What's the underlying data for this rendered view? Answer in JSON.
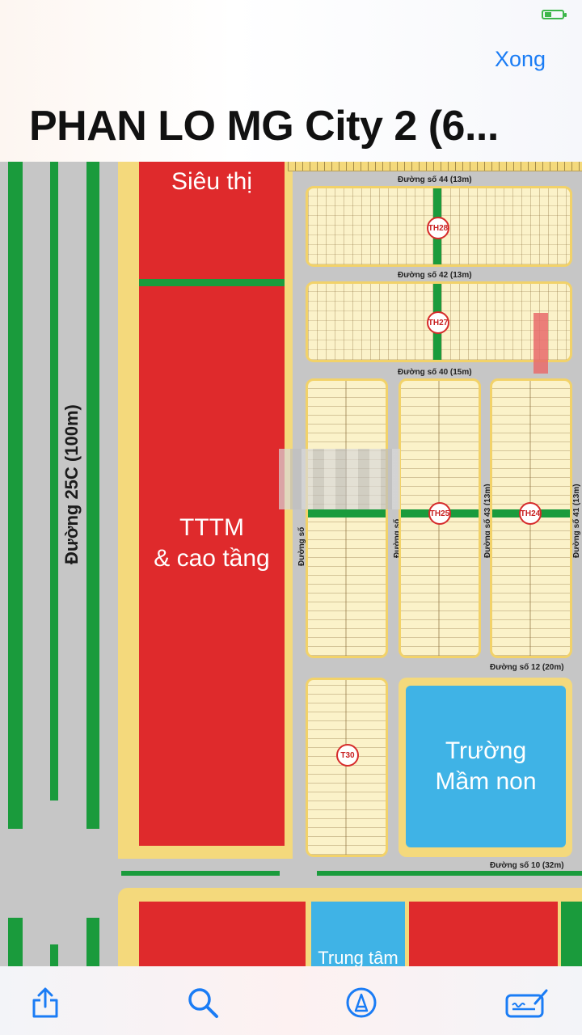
{
  "status_bar": {
    "battery_icon": "battery-icon"
  },
  "header": {
    "done_label": "Xong",
    "title": "PHAN LO MG City 2 (6..."
  },
  "map": {
    "zones": {
      "supermarket": "Siêu thị",
      "mall": "TTTM\n& cao tầng",
      "kindergarten": "Trường\nMầm non",
      "center": "Trung tâm"
    },
    "roads": {
      "main": "Đường 25C (100m)",
      "r44": "Đường số 44 (13m)",
      "r42": "Đường số 42 (13m)",
      "r40": "Đường số 40 (15m)",
      "r12": "Đường số 12 (20m)",
      "r10": "Đường số 10 (32m)",
      "r43": "Đường số 43 (13m)",
      "r41": "Đường số 41 (13m)",
      "r_left": "Đường số"
    },
    "blocks": [
      "TH28",
      "TH27",
      "TH25",
      "TH24",
      "T30"
    ]
  },
  "toolbar": {
    "share_icon": "share-icon",
    "search_icon": "search-icon",
    "markup_icon": "markup-pen-icon",
    "signature_icon": "signature-icon"
  },
  "colors": {
    "accent": "#1a7cf5",
    "zone_red": "#df2a2c",
    "zone_blue": "#3fb3e6",
    "road_green": "#1a9b3c",
    "lot_yellow": "#f4d97c"
  }
}
